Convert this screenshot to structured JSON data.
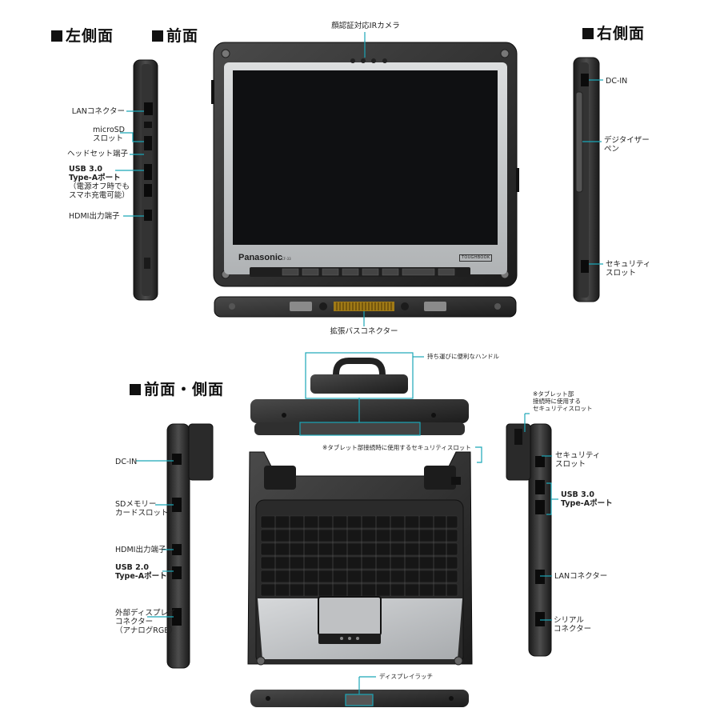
{
  "headings": {
    "left_side": "左側面",
    "front": "前面",
    "right_side": "右側面",
    "front_side": "前面・側面"
  },
  "tablet": {
    "brand": "Panasonic",
    "model": "CF-33",
    "toughbook": "TOUGHBOOK"
  },
  "labels": {
    "ir_camera": "顔認証対応IRカメラ",
    "expansion_bus": "拡張バスコネクター",
    "left_lan": "LANコネクター",
    "left_microsd": "microSD\nスロット",
    "left_headset": "ヘッドセット端子",
    "left_usb30": "USB 3.0\nType-Aポート",
    "left_usb30_note": "（電源オフ時でも\nスマホ充電可能）",
    "left_hdmi": "HDMI出力端子",
    "right_dcin": "DC-IN",
    "right_pen": "デジタイザー\nペン",
    "right_security": "セキュリティ\nスロット",
    "handle": "持ち運びに便利なハンドル",
    "tablet_security_note": "※タブレット部\n接続時に使用する\nセキュリティスロット",
    "kb_security_note": "※タブレット部接続時に使用するセキュリティスロット",
    "fs_dcin": "DC-IN",
    "fs_sd": "SDメモリー\nカードスロット",
    "fs_hdmi": "HDMI出力端子",
    "fs_usb20": "USB 2.0\nType-Aポート",
    "fs_vga": "外部ディスプレイ\nコネクター\n（アナログRGB）",
    "fs_security": "セキュリティ\nスロット",
    "fs_usb30": "USB 3.0\nType-Aポート",
    "fs_lan": "LANコネクター",
    "fs_serial": "シリアル\nコネクター",
    "display_latch": "ディスプレイラッチ"
  },
  "colors": {
    "housing": "#2b2b2b",
    "bezel": "#c9cbcc",
    "screen": "#0f1012",
    "palmrest": "#c2c4c6",
    "teal": "#1aa6b7"
  },
  "icons": [
    "camera-icon",
    "windows-icon",
    "power-icon",
    "lock-icon"
  ]
}
